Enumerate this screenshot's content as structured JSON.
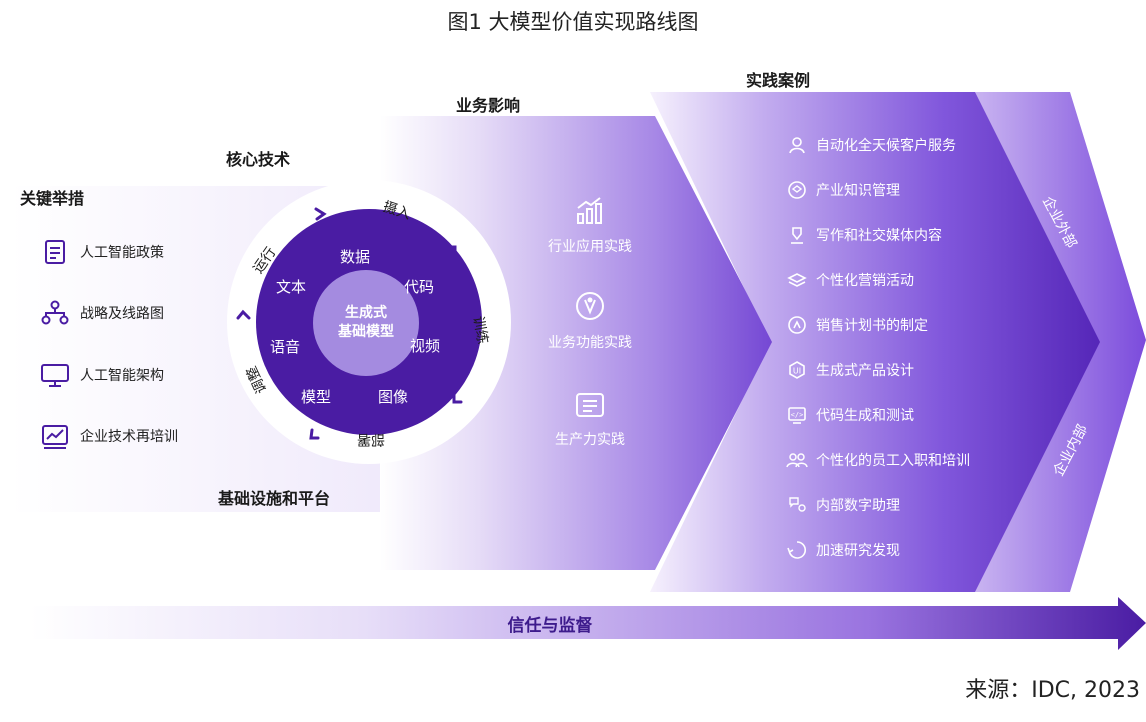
{
  "title": "图1 大模型价值实现路线图",
  "source": "来源：IDC, 2023",
  "sections": {
    "actions": "关键举措",
    "core_tech": "核心技术",
    "infra": "基础设施和平台",
    "impact": "业务影响",
    "cases": "实践案例",
    "trust": "信任与监督"
  },
  "actions": [
    {
      "label": "人工智能政策",
      "icon": "document-icon"
    },
    {
      "label": "战略及线路图",
      "icon": "org-chart-icon"
    },
    {
      "label": "人工智能架构",
      "icon": "monitor-icon"
    },
    {
      "label": "企业技术再培训",
      "icon": "trend-chart-icon"
    }
  ],
  "ring_words": {
    "ingest": "摄入",
    "train": "训练",
    "deploy": "部署",
    "tune": "调整",
    "operate": "运行"
  },
  "core_words": [
    "数据",
    "代码",
    "视频",
    "图像",
    "模型",
    "语音",
    "文本"
  ],
  "center": {
    "line1": "生成式",
    "line2": "基础模型"
  },
  "impacts": [
    {
      "label": "行业应用实践",
      "icon": "bar-growth-icon"
    },
    {
      "label": "业务功能实践",
      "icon": "gauge-icon"
    },
    {
      "label": "生产力实践",
      "icon": "list-icon"
    }
  ],
  "cases": [
    {
      "label": "自动化全天候客户服务",
      "icon": "user-icon"
    },
    {
      "label": "产业知识管理",
      "icon": "knowledge-icon"
    },
    {
      "label": "写作和社交媒体内容",
      "icon": "pen-icon"
    },
    {
      "label": "个性化营销活动",
      "icon": "layers-icon"
    },
    {
      "label": "销售计划书的制定",
      "icon": "sales-icon"
    },
    {
      "label": "生成式产品设计",
      "icon": "design-icon"
    },
    {
      "label": "代码生成和测试",
      "icon": "code-icon"
    },
    {
      "label": "个性化的员工入职和培训",
      "icon": "team-icon"
    },
    {
      "label": "内部数字助理",
      "icon": "assistant-icon"
    },
    {
      "label": "加速研究发现",
      "icon": "research-icon"
    }
  ],
  "external": "企业外部",
  "internal": "企业内部",
  "colors": {
    "deep": "#4a1ca3",
    "mid": "#7a4fd6",
    "light": "#e6dcf7",
    "center": "#a48be0"
  }
}
